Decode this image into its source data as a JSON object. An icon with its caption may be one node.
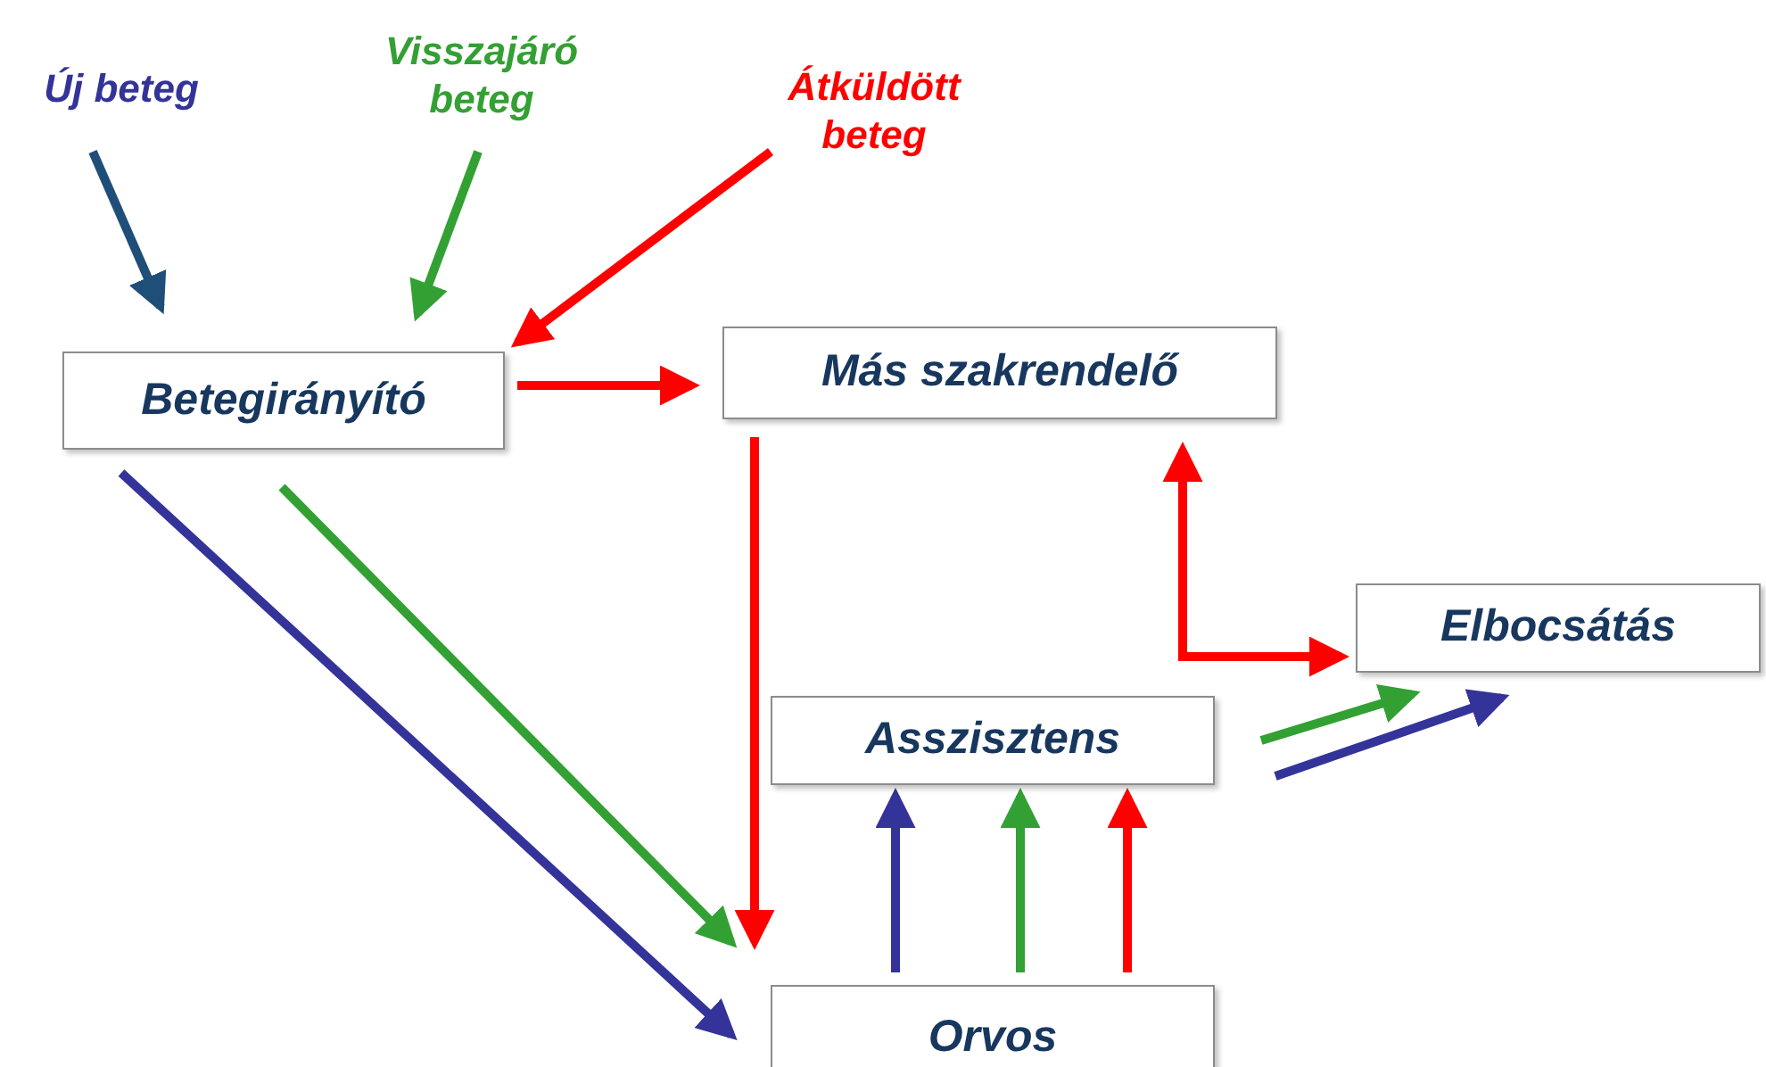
{
  "diagram": {
    "nodes": [
      {
        "text": [
          "Új beteg"
        ]
      },
      {
        "text": [
          "Visszajáró beteg"
        ]
      },
      {
        "text": [
          "Átküldött beteg"
        ]
      },
      {
        "text": [
          "Betegirányító"
        ]
      },
      {
        "text": [
          "Más szakrendelő"
        ]
      },
      {
        "text": [
          "Elbocsátás"
        ]
      },
      {
        "text": [
          "Asszisztens"
        ]
      },
      {
        "text": [
          "Orvos"
        ]
      }
    ],
    "edges": [
      {
        "from": 0,
        "to": 3,
        "arrow": "to",
        "color": "#1f4e79"
      },
      {
        "from": 1,
        "to": 3,
        "arrow": "to",
        "color": "#33a033"
      },
      {
        "from": 2,
        "to": 3,
        "arrow": "to"
      },
      {
        "from": 3,
        "to": 4,
        "arrow": "to"
      },
      {
        "from": 3,
        "to": 7,
        "arrow": "to",
        "color": "#333399"
      },
      {
        "from": 3,
        "to": 7,
        "arrow": "to",
        "color": "#33a033"
      },
      {
        "from": 4,
        "to": 7,
        "arrow": "to"
      },
      {
        "from": 7,
        "to": 6,
        "arrow": "to",
        "color": "#333399"
      },
      {
        "from": 7,
        "to": 6,
        "arrow": "to",
        "color": "#33a033"
      },
      {
        "from": 7,
        "to": 6,
        "arrow": "to"
      },
      {
        "from": 4,
        "to": 5,
        "arrow": "both"
      },
      {
        "from": 6,
        "to": 5,
        "arrow": "to",
        "color": "#33a033"
      },
      {
        "from": 6,
        "to": 5,
        "arrow": "to",
        "color": "#333399"
      }
    ]
  }
}
